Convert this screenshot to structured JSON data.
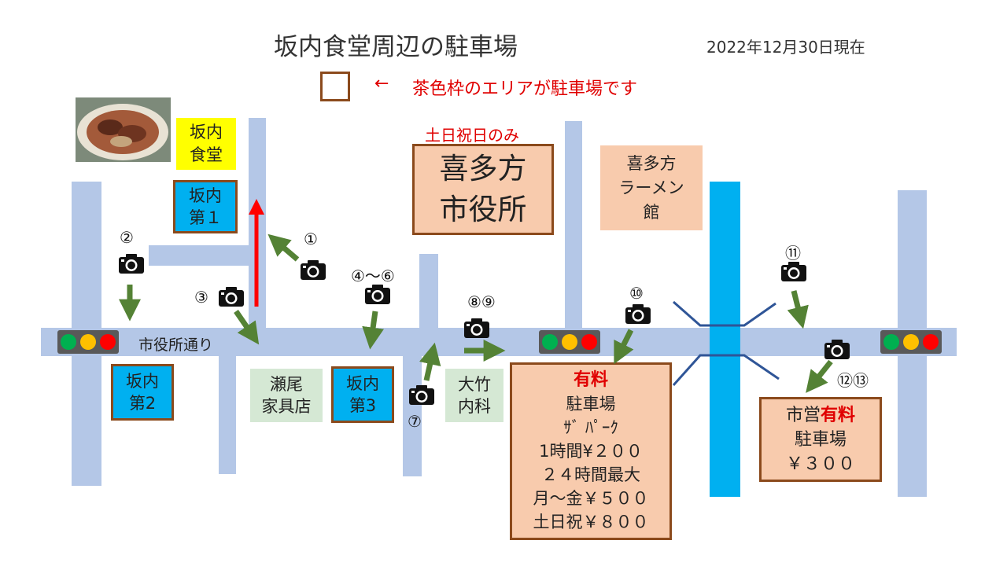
{
  "title": "坂内食堂周辺の駐車場",
  "date": "2022年12月30日現在",
  "legend": {
    "arrow": "←",
    "text": "茶色枠のエリアが駐車場です"
  },
  "weekend_note": "土日祝日のみ",
  "street_label": "市役所通り",
  "restaurant": {
    "line1": "坂内",
    "line2": "食堂"
  },
  "parking_lots": {
    "p1": {
      "line1": "坂内",
      "line2": "第１"
    },
    "p2": {
      "line1": "坂内",
      "line2": "第2"
    },
    "p3": {
      "line1": "坂内",
      "line2": "第3"
    },
    "city_hall": {
      "line1": "喜多方",
      "line2": "市役所"
    },
    "paid": {
      "title": "有料",
      "line1": "駐車場",
      "line2": "ｻﾞ ﾊﾟｰｸ",
      "line3": "1時間¥２００",
      "line4": "２４時間最大",
      "line5": "月～金￥５００",
      "line6": "土日祝￥８００"
    },
    "municipal": {
      "prefix": "市営",
      "highlight": "有料",
      "line1": "駐車場",
      "line2": "￥３００"
    }
  },
  "landmarks": {
    "ramen_hall": {
      "line1": "喜多方",
      "line2": "ラーメン",
      "line3": "館"
    },
    "furniture": {
      "line1": "瀬尾",
      "line2": "家具店"
    },
    "clinic": {
      "line1": "大竹",
      "line2": "内科"
    }
  },
  "photo_points": {
    "p1": "①",
    "p2": "②",
    "p3": "③",
    "p4_6": "④～⑥",
    "p7": "⑦",
    "p8_9": "⑧⑨",
    "p10": "⑩",
    "p11": "⑪",
    "p12_13": "⑫⑬"
  },
  "icons": [
    "camera-icon",
    "traffic-light-icon",
    "food-photo"
  ],
  "colors": {
    "road": "#b4c7e7",
    "river": "#00b0f0",
    "lot_border": "#8b4a1c",
    "lot_fill": "#f8cbad",
    "arrow_green": "#548235",
    "arrow_red": "#ff0000",
    "restaurant_fill": "#ffff00",
    "landmark_green": "#d5e8d4"
  }
}
